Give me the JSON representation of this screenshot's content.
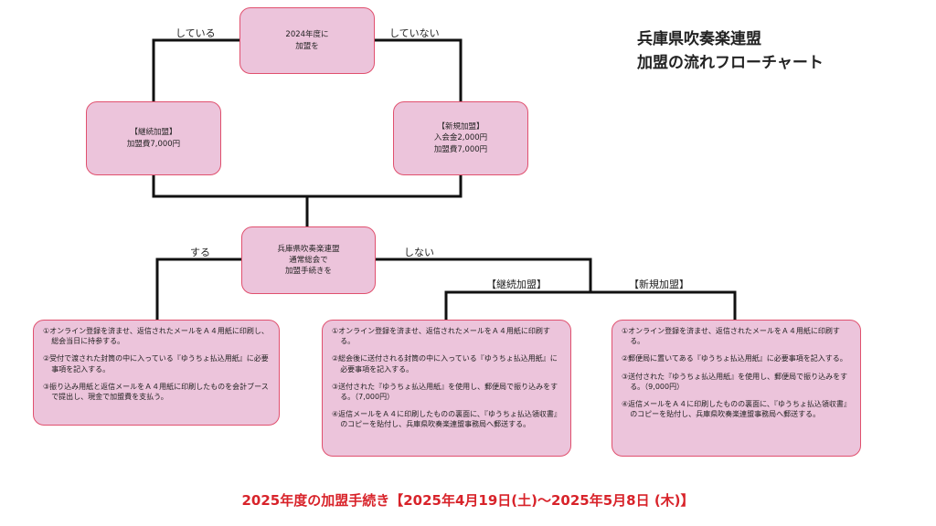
{
  "title": {
    "line1": "兵庫県吹奏楽連盟",
    "line2": "加盟の流れフローチャート"
  },
  "start_box": {
    "line1": "2024年度に",
    "line2": "加盟を"
  },
  "branch_labels": {
    "yes": "している",
    "no": "していない"
  },
  "renewal_box": {
    "line1": "【継続加盟】",
    "line2": "加盟費7,000円"
  },
  "new_box": {
    "line1": "【新規加盟】",
    "line2": "入会金2,000円",
    "line3": "加盟費7,000円"
  },
  "meeting_box": {
    "line1": "兵庫県吹奏楽連盟",
    "line2": "通常総会で",
    "line3": "加盟手続きを"
  },
  "meeting_labels": {
    "yes": "する",
    "no": "しない"
  },
  "sub_labels": {
    "renewal": "【継続加盟】",
    "new": "【新規加盟】"
  },
  "meeting_steps": [
    "①オンライン登録を済ませ、返信されたメールをＡ４用紙に印刷し、総会当日に持参する。",
    "②受付で渡された封筒の中に入っている『ゆうちょ払込用紙』に必要事項を記入する。",
    "③振り込み用紙と返信メールをＡ４用紙に印刷したものを会計ブースで提出し、現金で加盟費を支払う。"
  ],
  "renewal_steps": [
    "①オンライン登録を済ませ、返信されたメールをＡ４用紙に印刷する。",
    "②総会後に送付される封筒の中に入っている『ゆうちょ払込用紙』に必要事項を記入する。",
    "③送付された『ゆうちょ払込用紙』を使用し、郵便局で振り込みをする。（7,000円）",
    "④返信メールをＡ４に印刷したものの裏面に、『ゆうちょ払込領収書』のコピーを貼付し、兵庫県吹奏楽連盟事務局へ郵送する。"
  ],
  "new_steps": [
    "①オンライン登録を済ませ、返信されたメールをＡ４用紙に印刷する。",
    "②郵便局に置いてある『ゆうちょ払込用紙』に必要事項を記入する。",
    "③送付された『ゆうちょ払込用紙』を使用し、郵便局で振り込みをする。（9,000円）",
    "④返信メールをＡ４に印刷したものの裏面に、『ゆうちょ払込領収書』のコピーを貼付し、兵庫県吹奏楽連盟事務局へ郵送する。"
  ],
  "footer": "2025年度の加盟手続き【2025年4月19日(土)～2025年5月8日 (木)】",
  "colors": {
    "box_fill": "#ecc4db",
    "box_border": "#e0506e",
    "line": "#111111",
    "footer_text": "#d8232a"
  }
}
